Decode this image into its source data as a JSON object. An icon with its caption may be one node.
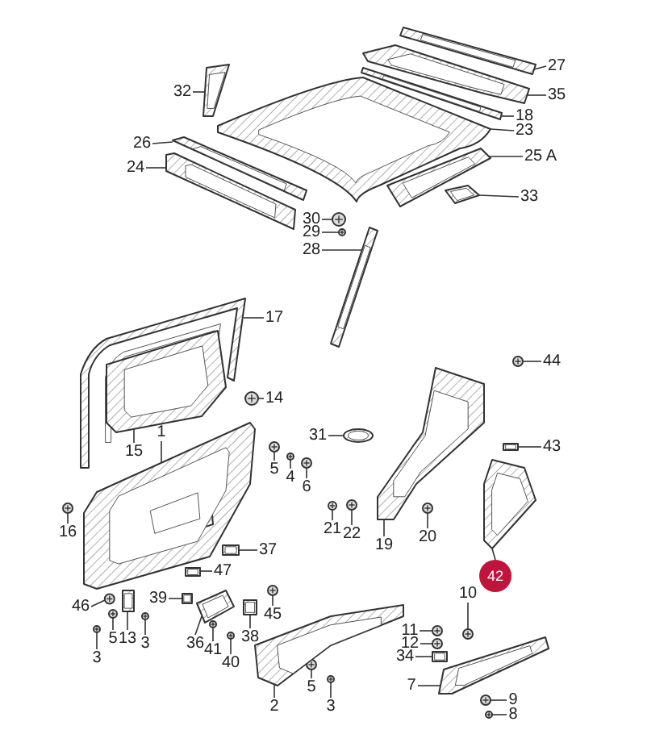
{
  "diagram": {
    "nodes": [
      {
        "text": [
          "27"
        ]
      },
      {
        "text": [
          "32"
        ]
      },
      {
        "text": [
          "35"
        ]
      },
      {
        "text": [
          "18"
        ]
      },
      {
        "text": [
          "23"
        ]
      },
      {
        "text": [
          "26"
        ]
      },
      {
        "text": [
          "25 A"
        ]
      },
      {
        "text": [
          "24"
        ]
      },
      {
        "text": [
          "33"
        ]
      },
      {
        "text": [
          "30"
        ]
      },
      {
        "text": [
          "29"
        ]
      },
      {
        "text": [
          "28"
        ]
      },
      {
        "text": [
          "17"
        ]
      },
      {
        "text": [
          "44"
        ]
      },
      {
        "text": [
          "14"
        ]
      },
      {
        "text": [
          "1"
        ]
      },
      {
        "text": [
          "31"
        ]
      },
      {
        "text": [
          "15"
        ]
      },
      {
        "text": [
          "43"
        ]
      },
      {
        "text": [
          "5"
        ]
      },
      {
        "text": [
          "4"
        ]
      },
      {
        "text": [
          "6"
        ]
      },
      {
        "text": [
          "21"
        ]
      },
      {
        "text": [
          "22"
        ]
      },
      {
        "text": [
          "16"
        ]
      },
      {
        "text": [
          "20"
        ]
      },
      {
        "text": [
          "19"
        ]
      },
      {
        "text": [
          "37"
        ]
      },
      {
        "text": [
          "42"
        ]
      },
      {
        "text": [
          "47"
        ]
      },
      {
        "text": [
          "10"
        ]
      },
      {
        "text": [
          "39"
        ]
      },
      {
        "text": [
          "46"
        ]
      },
      {
        "text": [
          "45"
        ]
      },
      {
        "text": [
          "11"
        ]
      },
      {
        "text": [
          "5"
        ]
      },
      {
        "text": [
          "13"
        ]
      },
      {
        "text": [
          "3"
        ]
      },
      {
        "text": [
          "36"
        ]
      },
      {
        "text": [
          "38"
        ]
      },
      {
        "text": [
          "12"
        ]
      },
      {
        "text": [
          "41"
        ]
      },
      {
        "text": [
          "3"
        ]
      },
      {
        "text": [
          "34"
        ]
      },
      {
        "text": [
          "40"
        ]
      },
      {
        "text": [
          "7"
        ]
      },
      {
        "text": [
          "5"
        ]
      },
      {
        "text": [
          "2"
        ]
      },
      {
        "text": [
          "9"
        ]
      },
      {
        "text": [
          "3"
        ]
      },
      {
        "text": [
          "8"
        ]
      },
      {
        "text": [],
        "shape": "picture"
      },
      {
        "text": [],
        "shape": "picture"
      },
      {
        "text": [],
        "shape": "picture"
      },
      {
        "text": [],
        "shape": "picture"
      },
      {
        "text": [],
        "shape": "picture"
      },
      {
        "text": [],
        "shape": "picture"
      },
      {
        "text": [],
        "shape": "picture"
      },
      {
        "text": [],
        "shape": "picture"
      },
      {
        "text": [],
        "shape": "picture"
      },
      {
        "text": [],
        "shape": "picture"
      },
      {
        "text": [],
        "shape": "picture"
      },
      {
        "text": [],
        "shape": "picture"
      },
      {
        "text": [],
        "shape": "picture"
      },
      {
        "text": [],
        "shape": "picture"
      },
      {
        "text": [],
        "shape": "picture"
      },
      {
        "text": [],
        "shape": "picture"
      },
      {
        "text": [],
        "shape": "picture"
      },
      {
        "text": [],
        "shape": "picture"
      },
      {
        "text": [],
        "shape": "picture"
      },
      {
        "text": [],
        "shape": "picture"
      },
      {
        "text": [],
        "shape": "picture"
      },
      {
        "text": [],
        "shape": "picture"
      },
      {
        "text": [],
        "shape": "picture"
      },
      {
        "text": [],
        "shape": "picture"
      },
      {
        "text": [],
        "shape": "picture"
      },
      {
        "text": [],
        "shape": "picture"
      },
      {
        "text": [],
        "shape": "picture"
      },
      {
        "text": [],
        "shape": "picture"
      },
      {
        "text": [],
        "shape": "picture"
      },
      {
        "text": [],
        "shape": "picture"
      },
      {
        "text": [],
        "shape": "picture"
      },
      {
        "text": [],
        "shape": "picture"
      },
      {
        "text": [],
        "shape": "picture"
      },
      {
        "text": [],
        "shape": "picture"
      },
      {
        "text": [],
        "shape": "picture"
      },
      {
        "text": [],
        "shape": "picture"
      },
      {
        "text": [],
        "shape": "picture"
      },
      {
        "text": [],
        "shape": "picture"
      },
      {
        "text": [],
        "shape": "picture"
      },
      {
        "text": [],
        "shape": "picture"
      },
      {
        "text": [],
        "shape": "picture"
      },
      {
        "text": [],
        "shape": "picture"
      },
      {
        "text": [],
        "shape": "picture"
      },
      {
        "text": [],
        "shape": "picture"
      },
      {
        "text": [],
        "shape": "picture"
      },
      {
        "text": [],
        "shape": "picture"
      },
      {
        "text": [],
        "shape": "picture"
      },
      {
        "text": [],
        "shape": "picture"
      },
      {
        "text": [],
        "shape": "picture"
      },
      {
        "text": [],
        "shape": "picture"
      },
      {
        "text": [],
        "shape": "picture"
      }
    ],
    "edges": [
      {
        "from": 0,
        "to": 51,
        "arrow": "none"
      },
      {
        "from": 1,
        "to": 52,
        "arrow": "none"
      },
      {
        "from": 2,
        "to": 53,
        "arrow": "none"
      },
      {
        "from": 3,
        "to": 54,
        "arrow": "none"
      },
      {
        "from": 4,
        "to": 55,
        "arrow": "none"
      },
      {
        "from": 5,
        "to": 56,
        "arrow": "none"
      },
      {
        "from": 6,
        "to": 57,
        "arrow": "none"
      },
      {
        "from": 7,
        "to": 58,
        "arrow": "none"
      },
      {
        "from": 8,
        "to": 59,
        "arrow": "none"
      },
      {
        "from": 9,
        "to": 60,
        "arrow": "none"
      },
      {
        "from": 10,
        "to": 61,
        "arrow": "none"
      },
      {
        "from": 11,
        "to": 62,
        "arrow": "none"
      },
      {
        "from": 12,
        "to": 63,
        "arrow": "none"
      },
      {
        "from": 13,
        "to": 64,
        "arrow": "none"
      },
      {
        "from": 14,
        "to": 65,
        "arrow": "none"
      },
      {
        "from": 15,
        "to": 66,
        "arrow": "none"
      },
      {
        "from": 16,
        "to": 67,
        "arrow": "none"
      },
      {
        "from": 17,
        "to": 68,
        "arrow": "none"
      },
      {
        "from": 18,
        "to": 69,
        "arrow": "none"
      },
      {
        "from": 19,
        "to": 70,
        "arrow": "none"
      },
      {
        "from": 20,
        "to": 71,
        "arrow": "none"
      },
      {
        "from": 21,
        "to": 72,
        "arrow": "none"
      },
      {
        "from": 22,
        "to": 73,
        "arrow": "none"
      },
      {
        "from": 23,
        "to": 74,
        "arrow": "none"
      },
      {
        "from": 24,
        "to": 75,
        "arrow": "none"
      },
      {
        "from": 25,
        "to": 76,
        "arrow": "none"
      },
      {
        "from": 26,
        "to": 77,
        "arrow": "none"
      },
      {
        "from": 27,
        "to": 78,
        "arrow": "none"
      },
      {
        "from": 28,
        "to": 79,
        "arrow": "none"
      },
      {
        "from": 29,
        "to": 80,
        "arrow": "none"
      },
      {
        "from": 30,
        "to": 81,
        "arrow": "none"
      },
      {
        "from": 31,
        "to": 82,
        "arrow": "none"
      },
      {
        "from": 32,
        "to": 83,
        "arrow": "none"
      },
      {
        "from": 33,
        "to": 84,
        "arrow": "none"
      },
      {
        "from": 34,
        "to": 85,
        "arrow": "none"
      },
      {
        "from": 35,
        "to": 86,
        "arrow": "none"
      },
      {
        "from": 36,
        "to": 87,
        "arrow": "none"
      },
      {
        "from": 37,
        "to": 88,
        "arrow": "none"
      },
      {
        "from": 38,
        "to": 89,
        "arrow": "none"
      },
      {
        "from": 39,
        "to": 90,
        "arrow": "none"
      },
      {
        "from": 40,
        "to": 91,
        "arrow": "none"
      },
      {
        "from": 41,
        "to": 92,
        "arrow": "none"
      },
      {
        "from": 42,
        "to": 93,
        "arrow": "none"
      },
      {
        "from": 43,
        "to": 94,
        "arrow": "none"
      },
      {
        "from": 44,
        "to": 95,
        "arrow": "none"
      },
      {
        "from": 45,
        "to": 96,
        "arrow": "none"
      },
      {
        "from": 46,
        "to": 97,
        "arrow": "none"
      },
      {
        "from": 47,
        "to": 98,
        "arrow": "none"
      },
      {
        "from": 48,
        "to": 99,
        "arrow": "none"
      },
      {
        "from": 49,
        "to": 100,
        "arrow": "none"
      },
      {
        "from": 50,
        "to": 101,
        "arrow": "none"
      }
    ]
  }
}
